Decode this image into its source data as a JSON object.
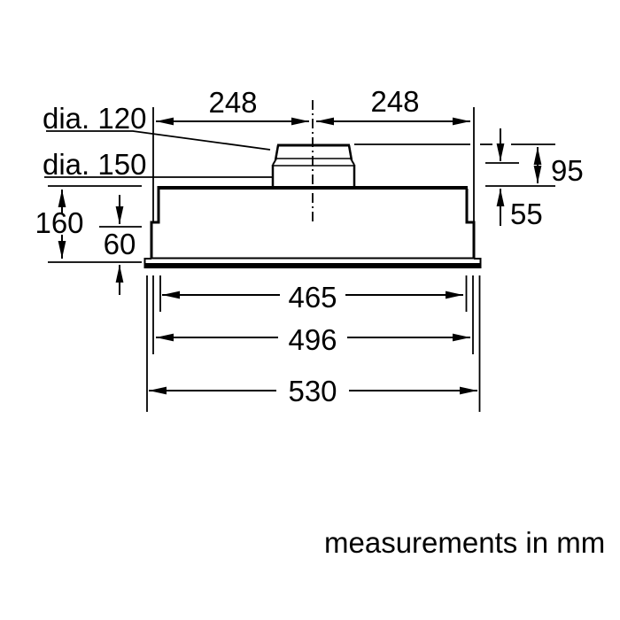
{
  "diagram": {
    "caption": "measurements in mm",
    "labels": {
      "dia_small": "dia. 120",
      "dia_large": "dia. 150",
      "half_width_left": "248",
      "half_width_right": "248",
      "collar_height_total": "95",
      "collar_height_lower": "55",
      "body_height_total": "160",
      "body_height_lower": "60",
      "width_inner": "465",
      "width_middle": "496",
      "width_outer": "530"
    },
    "colors": {
      "line": "#000000",
      "background": "#ffffff"
    }
  }
}
